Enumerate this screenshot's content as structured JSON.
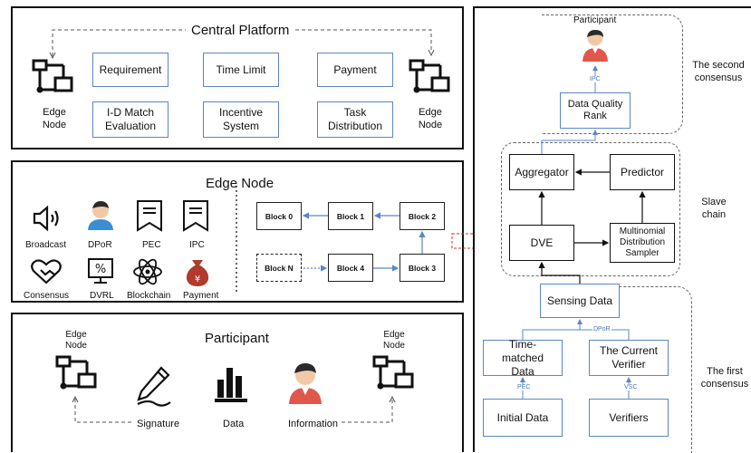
{
  "central": {
    "title": "Central Platform",
    "boxes": [
      "Requirement",
      "Time Limit",
      "Payment",
      "I-D Match Evaluation",
      "Incentive System",
      "Task Distribution"
    ],
    "edge_left": "Edge Node",
    "edge_right": "Edge Node"
  },
  "edge": {
    "title": "Edge Node",
    "icons": [
      "Broadcast",
      "DPoR",
      "PEC",
      "IPC",
      "Consensus",
      "DVRL",
      "Blockchain",
      "Payment"
    ],
    "blocks": [
      "Block 0",
      "Block 1",
      "Block 2",
      "Block N",
      "Block 4",
      "Block 3"
    ]
  },
  "participant": {
    "title": "Participant",
    "edge_left": "Edge Node",
    "edge_right": "Edge Node",
    "items": [
      "Signature",
      "Data",
      "Information"
    ]
  },
  "right": {
    "participant": "Participant",
    "ipc": "IPC",
    "dq_rank": "Data Quality Rank",
    "second_consensus": "The second consensus",
    "aggregator": "Aggregator",
    "predictor": "Predictor",
    "dve": "DVE",
    "mds": "Multinomial Distribution Sampler",
    "slave_chain": "Slave chain",
    "sensing": "Sensing Data",
    "dpor": "DPoR",
    "time_matched": "Time-matched Data",
    "current_verifier": "The Current Verifier",
    "pec": "PEC",
    "vsc": "VSC",
    "initial": "Initial Data",
    "verifiers": "Verifiers",
    "first_consensus": "The first consensus"
  },
  "colors": {
    "accent": "#5b86c8",
    "red": "#c0392b",
    "dark": "#111111"
  }
}
